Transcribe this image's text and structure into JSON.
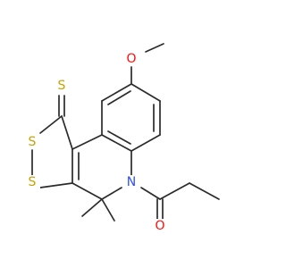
{
  "molecule": {
    "atoms": {
      "methoxy_oxygen": {
        "symbol": "O",
        "color": "#ff0d0d"
      },
      "thione_sulfur": {
        "symbol": "S",
        "color": "#c8a000"
      },
      "ring_sulfur_upper": {
        "symbol": "S",
        "color": "#c8a000"
      },
      "ring_sulfur_lower": {
        "symbol": "S",
        "color": "#c8a000"
      },
      "ring_nitrogen": {
        "symbol": "N",
        "color": "#3050f8"
      },
      "carbonyl_oxygen": {
        "symbol": "O",
        "color": "#ff0d0d"
      }
    },
    "bond_color": "#2b2b2b"
  }
}
